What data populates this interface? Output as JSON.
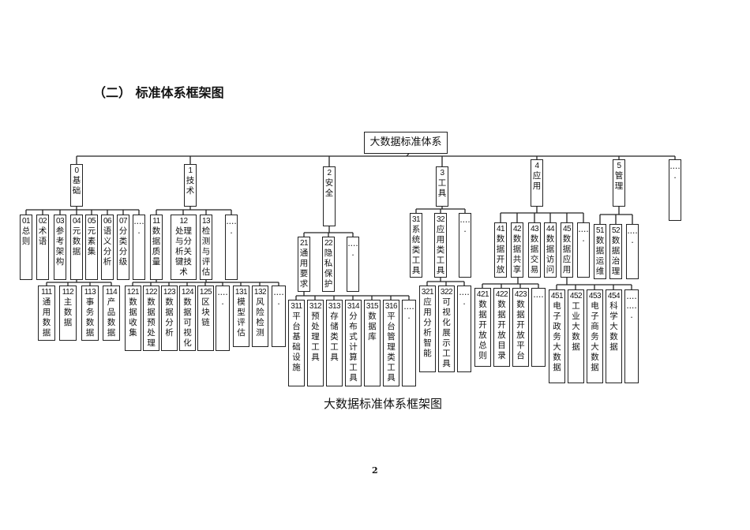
{
  "title": "（二） 标准体系框架图",
  "root": "大数据标准体系",
  "nodes": [
    {
      "code": "0",
      "label": "基 础"
    },
    {
      "code": "1",
      "label": "技 术"
    },
    {
      "code": "2",
      "label": "安 全"
    },
    {
      "code": "3",
      "label": "工 具"
    },
    {
      "code": "4",
      "label": "应 用"
    },
    {
      "code": "5",
      "label": "管 理"
    },
    {
      "code": "",
      "label": "·····"
    },
    {
      "code": "01",
      "label": "总则"
    },
    {
      "code": "02",
      "label": "术语"
    },
    {
      "code": "03",
      "label": "参考架构"
    },
    {
      "code": "04",
      "label": "元数据"
    },
    {
      "code": "05",
      "label": "元素集"
    },
    {
      "code": "06",
      "label": "语义分析"
    },
    {
      "code": "07",
      "label": "分类分级"
    },
    {
      "code": "",
      "label": "·····"
    },
    {
      "code": "11",
      "label": "数据质量"
    },
    {
      "code": "12",
      "label": "处理与分析关键技术"
    },
    {
      "code": "13",
      "label": "检测与评估"
    },
    {
      "code": "",
      "label": "·····"
    },
    {
      "code": "111",
      "label": "通用数据"
    },
    {
      "code": "112",
      "label": "主数据"
    },
    {
      "code": "113",
      "label": "事务数据"
    },
    {
      "code": "114",
      "label": "产品数据"
    },
    {
      "code": "121",
      "label": "数据收集"
    },
    {
      "code": "122",
      "label": "数据预处理"
    },
    {
      "code": "123",
      "label": "数据分析"
    },
    {
      "code": "124",
      "label": "数据可视化"
    },
    {
      "code": "125",
      "label": "区块链"
    },
    {
      "code": "",
      "label": "·····"
    },
    {
      "code": "131",
      "label": "模型评估"
    },
    {
      "code": "132",
      "label": "风险检测"
    },
    {
      "code": "",
      "label": "·····"
    },
    {
      "code": "21",
      "label": "通用要求"
    },
    {
      "code": "22",
      "label": "隐私保护"
    },
    {
      "code": "",
      "label": "·····"
    },
    {
      "code": "311",
      "label": "平台基础设施"
    },
    {
      "code": "312",
      "label": "预处理工具"
    },
    {
      "code": "313",
      "label": "存储类工具"
    },
    {
      "code": "314",
      "label": "分布式计算工具"
    },
    {
      "code": "315",
      "label": "数据库"
    },
    {
      "code": "316",
      "label": "平台管理类工具"
    },
    {
      "code": "",
      "label": "·····"
    },
    {
      "code": "31",
      "label": "系统类工具"
    },
    {
      "code": "32",
      "label": "应用类工具"
    },
    {
      "code": "",
      "label": "·····"
    },
    {
      "code": "321",
      "label": "应用分析智能"
    },
    {
      "code": "322",
      "label": "可视化展示工具"
    },
    {
      "code": "",
      "label": "·····"
    },
    {
      "code": "41",
      "label": "数据开放"
    },
    {
      "code": "42",
      "label": "数据共享"
    },
    {
      "code": "43",
      "label": "数据交易"
    },
    {
      "code": "44",
      "label": "数据访问"
    },
    {
      "code": "45",
      "label": "数据应用"
    },
    {
      "code": "",
      "label": "·····"
    },
    {
      "code": "421",
      "label": "数据开放总则"
    },
    {
      "code": "422",
      "label": "数据开放目录"
    },
    {
      "code": "423",
      "label": "数据开放平台"
    },
    {
      "code": "",
      "label": "····"
    },
    {
      "code": "51",
      "label": "数据运维"
    },
    {
      "code": "52",
      "label": "数据治理"
    },
    {
      "code": "",
      "label": "·····"
    },
    {
      "code": "451",
      "label": "电子政务大数据"
    },
    {
      "code": "452",
      "label": "工业大数据"
    },
    {
      "code": "453",
      "label": "电子商务大数据"
    },
    {
      "code": "454",
      "label": "科学大数据"
    },
    {
      "code": "",
      "label": "·········"
    }
  ],
  "caption": "大数据标准体系框架图",
  "page_number": "2"
}
